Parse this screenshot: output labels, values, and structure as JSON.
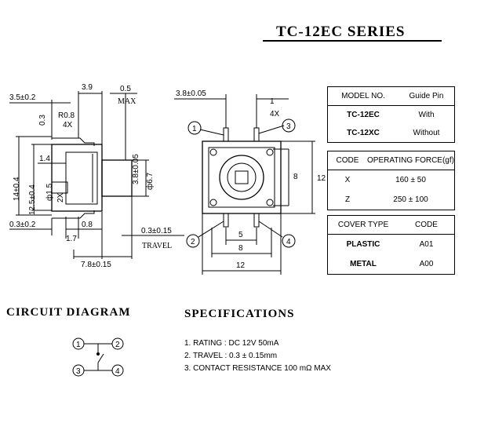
{
  "title": "TC-12EC  SERIES",
  "side_view": {
    "dims": {
      "d35": "3.5±0.2",
      "d03": "0.3",
      "r08": "R0.8",
      "x4": "4X",
      "d39": "3.9",
      "d05": "0.5",
      "max": "MAX",
      "d38": "3.8±0.05",
      "d14": "14±0.4",
      "d125": "12.5±0.4",
      "d14b": "1.4",
      "phi67": "ф6.7",
      "phi15": "ф1.5",
      "x2": "2X",
      "d03b": "0.3±0.2",
      "d08": "0.8",
      "d17": "1.7",
      "d78": "7.8±0.15",
      "travel_val": "0.3±0.15",
      "travel": "TRAVEL"
    }
  },
  "top_view": {
    "dims": {
      "d38": "3.8±0.05",
      "d1": "1",
      "x4": "4X",
      "d8v": "8",
      "d12v": "12",
      "d5": "5",
      "d8h": "8",
      "d12h": "12"
    },
    "pins": [
      "1",
      "2",
      "3",
      "4"
    ]
  },
  "model_table": {
    "headers": [
      "MODEL NO.",
      "Guide Pin"
    ],
    "rows": [
      [
        "TC-12EC",
        "With"
      ],
      [
        "TC-12XC",
        "Without"
      ]
    ]
  },
  "force_table": {
    "headers": [
      "CODE",
      "OPERATING FORCE(gf)"
    ],
    "rows": [
      [
        "X",
        "160 ± 50"
      ],
      [
        "Z",
        "250 ± 100"
      ]
    ]
  },
  "cover_table": {
    "headers": [
      "COVER TYPE",
      "CODE"
    ],
    "rows": [
      [
        "PLASTIC",
        "A01"
      ],
      [
        "METAL",
        "A00"
      ]
    ]
  },
  "circuit": {
    "title": "CIRCUIT  DIAGRAM",
    "pins": [
      "1",
      "2",
      "3",
      "4"
    ]
  },
  "specs": {
    "title": "SPECIFICATIONS",
    "items": [
      "1. RATING : DC 12V  50mA",
      "2. TRAVEL : 0.3 ± 0.15mm",
      "3. CONTACT  RESISTANCE 100 mΩ  MAX"
    ]
  }
}
